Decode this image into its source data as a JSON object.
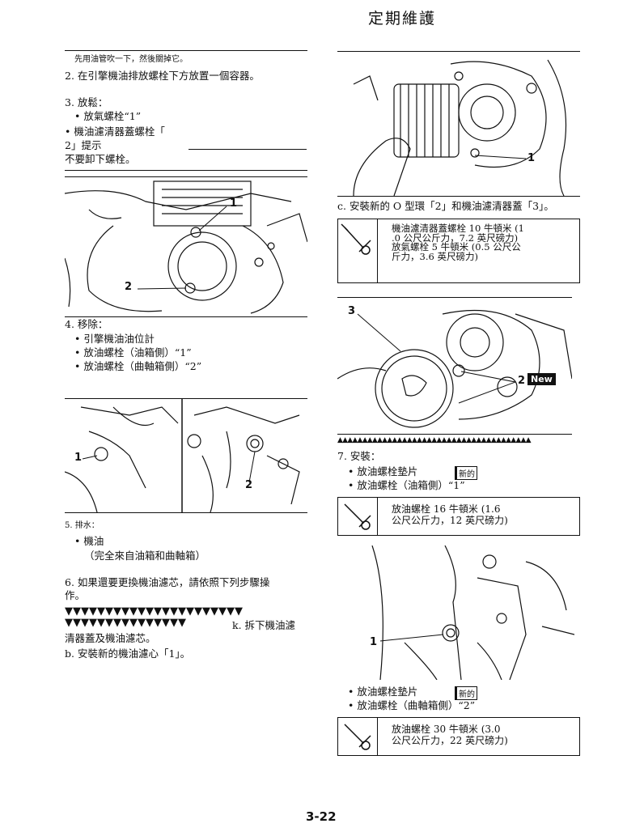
{
  "header": {
    "title": "定期維護"
  },
  "left": {
    "top_note": "先用油管吹一下，然後關掉它。",
    "step2": "2. 在引擎機油排放螺栓下方放置一個容器。",
    "step3": "3. 放鬆：",
    "step3_items": [
      "• 放氣螺栓“1”",
      "• 機油濾清器蓋螺栓「"
    ],
    "step3_cont": "2」提示",
    "step3_warn": "不要卸下螺栓。",
    "step4": "4. 移除：",
    "step4_items": [
      "• 引擎機油油位計",
      "• 放油螺栓（油箱側）“1”",
      "• 放油螺栓（曲軸箱側）“2”"
    ],
    "step5": "5. 排水：",
    "step5_items": [
      "• 機油",
      "（完全來自油箱和曲軸箱）"
    ],
    "step6_l1": "6. 如果還要更換機油濾芯，請依照下列步驟操",
    "step6_l2": "作。",
    "tri_row1": "▼▼▼▼▼▼▼▼▼▼▼▼▼▼▼▼▼▼▼▼▼▼",
    "tri_row2": "▼▼▼▼▼▼▼▼▼▼▼▼▼▼▼",
    "step_k": "k. 拆下機油濾",
    "step_k2": "清器蓋及機油濾芯。",
    "step_b": "b. 安裝新的機油濾心「1」。",
    "fig1_labels": [
      "1",
      "2"
    ],
    "fig2_labels": [
      "1",
      "2"
    ]
  },
  "right": {
    "fig3_labels": [
      "1"
    ],
    "step_c": "c. 安裝新的 O 型環「2」和機油濾清器蓋「3」。",
    "torque1": [
      "機油濾清器蓋螺栓 10 牛頓米 (1",
      ".0 公尺公斤力，7.2 英尺磅力)",
      "放氣螺栓 5 牛頓米 (0.5 公尺公",
      "斤力，3.6 英尺磅力)"
    ],
    "fig4_labels": [
      "3",
      "2"
    ],
    "new_badge": "New",
    "tri_row3": "▲▲▲▲▲▲▲▲▲▲▲▲▲▲▲▲▲▲▲▲▲▲▲▲▲▲▲▲▲▲▲▲▲▲▲▲▲▲▲",
    "step7": "7. 安裝：",
    "step7_items": [
      "• 放油螺栓墊片",
      "• 放油螺栓（油箱側）“1”"
    ],
    "new_label": "新的",
    "torque2": [
      "放油螺栓 16 牛頓米 (1.6",
      "公尺公斤力，12 英尺磅力)"
    ],
    "fig5_labels": [
      "1"
    ],
    "step7b_items": [
      "• 放油螺栓墊片",
      "• 放油螺栓（曲軸箱側）“2”"
    ],
    "torque3": [
      "放油螺栓 30 牛頓米 (3.0",
      "公尺公斤力，22 英尺磅力)"
    ]
  },
  "footer": {
    "page_number": "3-22"
  }
}
